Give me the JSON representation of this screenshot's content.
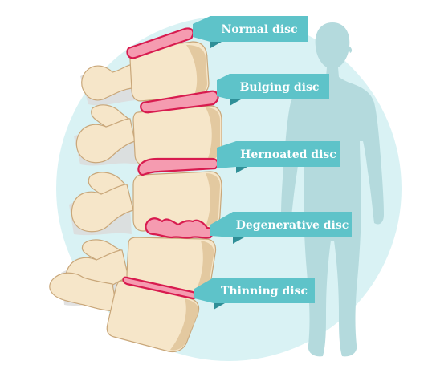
{
  "colors": {
    "background": "#ffffff",
    "circle": "#d9f2f4",
    "silhouette": "#b4dadd",
    "ribbon": "#5ec3c9",
    "ribbon_fold": "#2f8f97",
    "bone_fill": "#f6e6c9",
    "bone_shade": "#e3c9a0",
    "bone_outline": "#c9a77a",
    "shadow": "#d9d9d9",
    "disc_fill": "#f59bb0",
    "disc_outline": "#d81b4f",
    "label_text": "#ffffff"
  },
  "labels": [
    {
      "id": "normal",
      "text": "Normal disc",
      "disc_state": "normal"
    },
    {
      "id": "bulging",
      "text": "Bulging disc",
      "disc_state": "bulging"
    },
    {
      "id": "herniated",
      "text": "Hernoated disc",
      "disc_state": "herniated"
    },
    {
      "id": "degenerative",
      "text": "Degenerative disc",
      "disc_state": "degenerative"
    },
    {
      "id": "thinning",
      "text": "Thinning disc",
      "disc_state": "thinning"
    }
  ]
}
